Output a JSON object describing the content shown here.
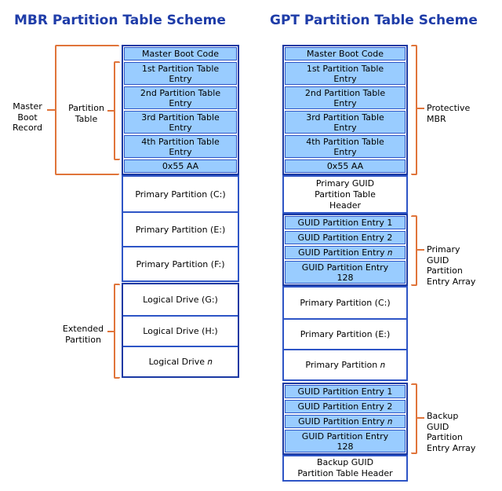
{
  "titles": {
    "mbr": "MBR Partition Table Scheme",
    "gpt": "GPT Partition Table Scheme"
  },
  "colors": {
    "accent_orange": "#e0743a",
    "cell_fill_blue": "#99ccff",
    "container_border_navy": "#1a39a3",
    "cell_border_royal": "#2e55c6",
    "title_blue": "#1e3ca8"
  },
  "mbr": {
    "boot_sector": {
      "cells": [
        "Master Boot Code",
        "1st Partition Table\nEntry",
        "2nd Partition Table\nEntry",
        "3rd Partition Table\nEntry",
        "4th Partition Table\nEntry",
        "0x55 AA"
      ]
    },
    "primary_partitions": {
      "cells": [
        "Primary Partition (C:)",
        "Primary Partition (E:)",
        "Primary Partition (F:)"
      ]
    },
    "extended_partition": {
      "cells": [
        "Logical Drive (G:)",
        "Logical Drive (H:)",
        "Logical Drive 𝑛"
      ]
    },
    "labels": {
      "master_boot_record": "Master\nBoot\nRecord",
      "partition_table": "Partition\nTable",
      "extended_partition": "Extended\nPartition"
    }
  },
  "gpt": {
    "protective_mbr": {
      "cells": [
        "Master Boot Code",
        "1st Partition Table\nEntry",
        "2nd Partition Table\nEntry",
        "3rd Partition Table\nEntry",
        "4th Partition Table\nEntry",
        "0x55 AA"
      ]
    },
    "primary_header": "Primary GUID\nPartition Table\nHeader",
    "primary_entry_array": {
      "cells": [
        "GUID Partition Entry 1",
        "GUID Partition Entry 2",
        "GUID Partition Entry 𝑛",
        "GUID Partition Entry\n128"
      ]
    },
    "primary_partitions": {
      "cells": [
        "Primary Partition (C:)",
        "Primary Partition (E:)",
        "Primary Partition 𝑛"
      ]
    },
    "backup_entry_array": {
      "cells": [
        "GUID Partition Entry 1",
        "GUID Partition Entry 2",
        "GUID Partition Entry 𝑛",
        "GUID Partition Entry\n128"
      ]
    },
    "backup_header": "Backup GUID\nPartition Table Header",
    "labels": {
      "protective_mbr": "Protective\nMBR",
      "primary_array": "Primary\nGUID\nPartition\nEntry Array",
      "backup_array": "Backup\nGUID\nPartition\nEntry Array"
    }
  }
}
